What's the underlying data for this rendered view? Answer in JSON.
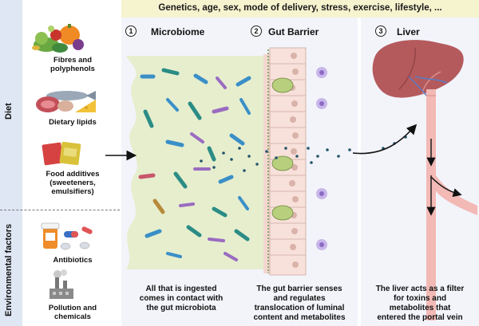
{
  "header": {
    "top_bar": "Genetics, age, sex, mode of delivery, stress, exercise, lifestyle, ..."
  },
  "sidebar": {
    "diet_label": "Diet",
    "env_label": "Environmental factors",
    "items": [
      {
        "label_lines": [
          "Fibres and",
          "polyphenols"
        ],
        "icon": "vegetables-icon"
      },
      {
        "label_lines": [
          "Dietary lipids"
        ],
        "icon": "meat-fish-cheese-icon"
      },
      {
        "label_lines": [
          "Food additives",
          "(sweeteners,",
          "emulsifiers)"
        ],
        "icon": "sachets-icon"
      },
      {
        "label_lines": [
          "Antibiotics"
        ],
        "icon": "pills-icon"
      },
      {
        "label_lines": [
          "Pollution and",
          "chemicals"
        ],
        "icon": "factory-icon"
      }
    ]
  },
  "panels": [
    {
      "number": "1",
      "title": "Microbiome",
      "caption_lines": [
        "All that is ingested",
        "comes in contact with",
        "the gut microbiota"
      ]
    },
    {
      "number": "2",
      "title": "Gut Barrier",
      "caption_lines": [
        "The gut barrier senses",
        "and regulates",
        "translocation of luminal",
        "content and metabolites"
      ]
    },
    {
      "number": "3",
      "title": "Liver",
      "caption_lines": [
        "The liver acts as a filter",
        "for toxins and",
        "metabolites that",
        "entered the portal vein"
      ]
    }
  ],
  "colors": {
    "top_bar_bg": "#f6f3cf",
    "panel_bg": "#f2f4fa",
    "lumen": "#e4edc9",
    "bacteria_teal": "#2b8c85",
    "bacteria_blue": "#3a8fc7",
    "bacteria_purple": "#9a6bc0",
    "metabolite_dots": "#24556a",
    "liver": "#b45a5d",
    "vessel": "#f2b9b5"
  }
}
